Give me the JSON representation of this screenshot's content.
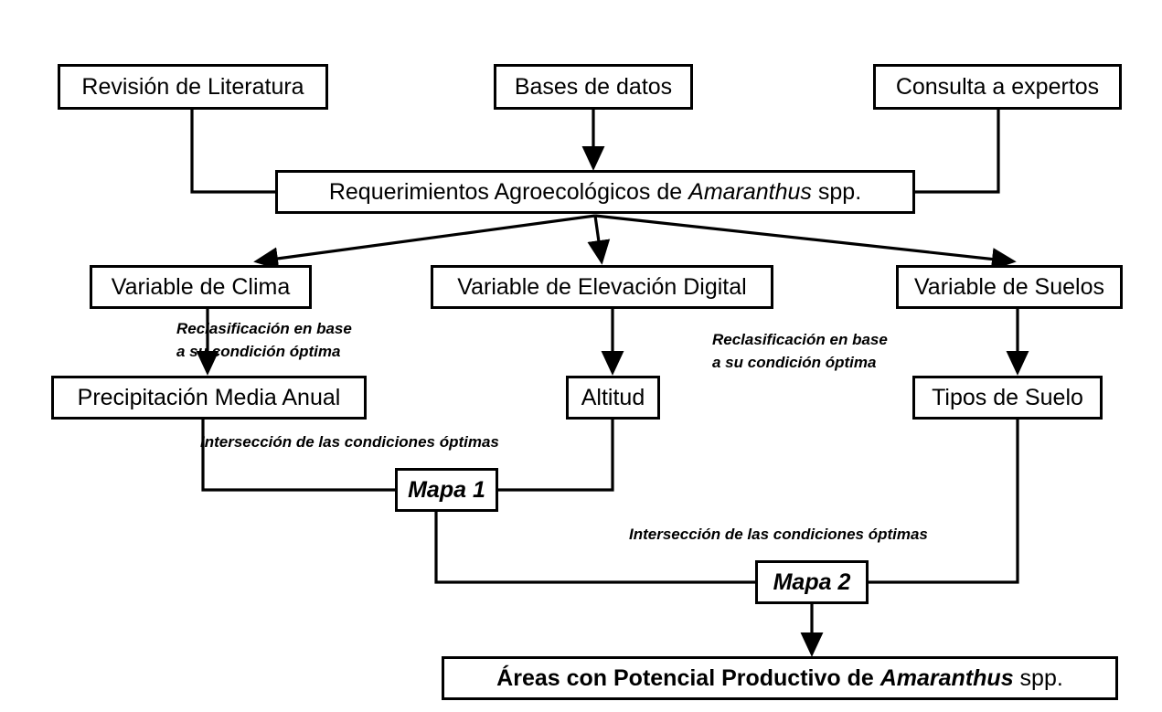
{
  "diagram": {
    "title": "Diagrama de flujo metodologico para determinacion de areas con potencial productivo",
    "line_color": "#000000",
    "box_fill": "#ffffff",
    "box_border": "#000000"
  },
  "nodes": {
    "revision": {
      "label": "Revisión de Literatura"
    },
    "bases": {
      "label": "Bases de datos"
    },
    "consulta": {
      "label": "Consulta a expertos"
    },
    "requerimientos": {
      "prefix": "Requerimientos Agroecológicos de ",
      "italic": "Amaranthus",
      "suffix": " spp."
    },
    "clima": {
      "label": "Variable de Clima"
    },
    "elevacion": {
      "label": "Variable de Elevación Digital"
    },
    "suelos": {
      "label": "Variable de Suelos"
    },
    "precipitacion": {
      "label": "Precipitación Media Anual"
    },
    "altitud": {
      "label": "Altitud"
    },
    "tiposuelo": {
      "label": "Tipos de Suelo"
    },
    "mapa1": {
      "label": "Mapa 1"
    },
    "mapa2": {
      "label": "Mapa 2"
    },
    "areas": {
      "prefix": "Áreas con Potencial Productivo de ",
      "italic": "Amaranthus",
      "suffix": " spp."
    }
  },
  "annotations": {
    "reclasificacion_clima": {
      "line1": "Reclasificación  en base",
      "line2": "a su condición óptima"
    },
    "reclasificacion_suelos": {
      "line1": "Reclasificación  en base",
      "line2": "a su condición óptima"
    },
    "interseccion_mapa1": {
      "text": "Intersección de las condiciones óptimas"
    },
    "interseccion_mapa2": {
      "text": "Intersección de las condiciones óptimas"
    }
  }
}
